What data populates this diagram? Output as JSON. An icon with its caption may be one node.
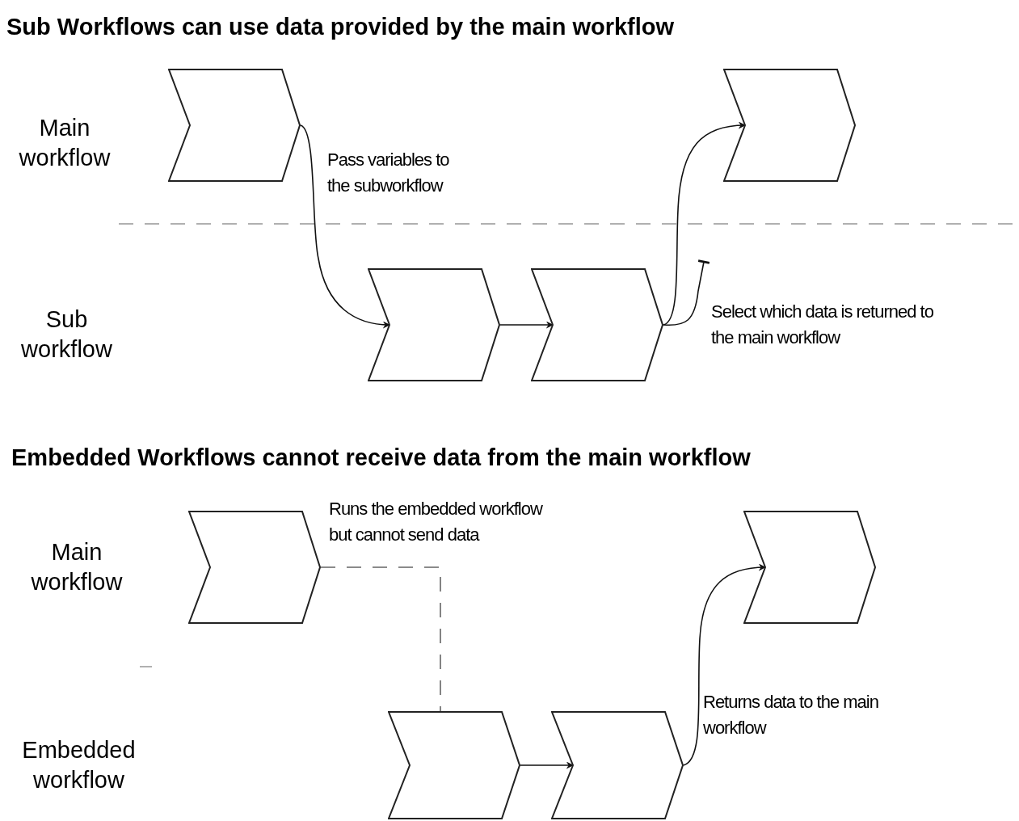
{
  "diagram": {
    "title": "Sub Workflows can use data provided by the main workflow",
    "nodes": [
      {
        "text": [],
        "shape": "chevron"
      },
      {
        "text": [],
        "shape": "chevron"
      },
      {
        "text": [],
        "shape": "chevron"
      },
      {
        "text": [],
        "shape": "chevron"
      },
      {
        "text": [],
        "shape": "chevron"
      },
      {
        "text": [],
        "shape": "chevron"
      },
      {
        "text": [],
        "shape": "chevron"
      },
      {
        "text": [],
        "shape": "chevron"
      }
    ],
    "edges": [
      {
        "from": 0,
        "to": 2,
        "arrow": "to",
        "label": "Pass variables to the subworkflow"
      },
      {
        "from": 2,
        "to": 3,
        "arrow": "to"
      },
      {
        "from": 3,
        "to": 1,
        "arrow": "to"
      },
      {
        "from": 3,
        "to": null,
        "arrow": "other",
        "label": "Select which data is returned to the main workflow"
      },
      {
        "from": 4,
        "to": 6,
        "arrow": "none",
        "style": "dashed",
        "label": "Runs the embedded workflow but cannot send data"
      },
      {
        "from": 6,
        "to": 7,
        "arrow": "to"
      },
      {
        "from": 7,
        "to": 5,
        "arrow": "to",
        "label": "Returns data to the main workflow"
      }
    ],
    "labels": [
      "Main workflow",
      "Sub workflow",
      "Embedded Workflows cannot receive data from the main workflow",
      "Main workflow",
      "Embedded workflow"
    ]
  }
}
